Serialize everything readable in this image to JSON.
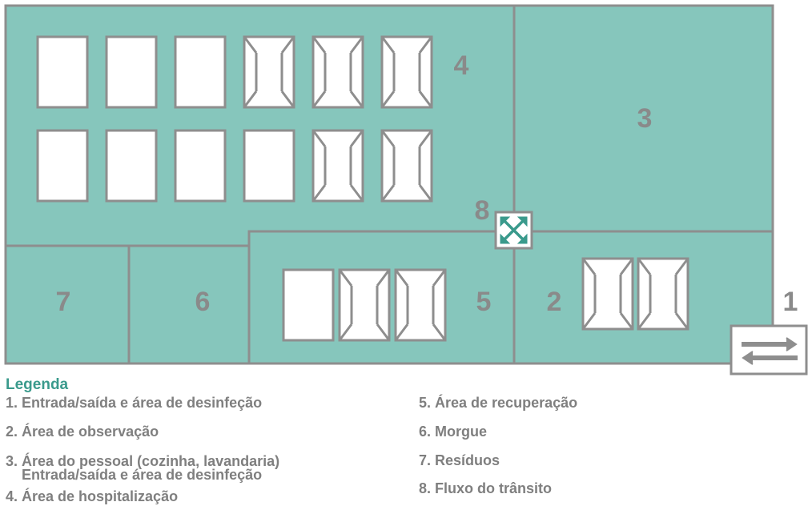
{
  "colors": {
    "area_fill": "#86c6bc",
    "wall": "#8e8e8e",
    "number": "#8a8a8a",
    "bed_fill": "#ffffff",
    "legend_title": "#3a9a8c",
    "legend_text": "#7f7f7f",
    "flow_icon": "#3a9a8c"
  },
  "areas": {
    "a1": "1",
    "a2": "2",
    "a3": "3",
    "a4": "4",
    "a5": "5",
    "a6": "6",
    "a7": "7",
    "a8": "8"
  },
  "icons": {
    "entrance": "bidirectional-arrows-icon",
    "flow": "expand-arrows-icon",
    "bed": "bed-icon",
    "isolation_bed": "isolation-bed-icon"
  },
  "legend": {
    "title": "Legenda",
    "item1": "1. Entrada/saída e área de desinfeção",
    "item2": "2. Área de observação",
    "item3": "3. Área do pessoal (cozinha, lavandaria)",
    "item3_sub": "Entrada/saída e área de desinfeção",
    "item4": "4. Área de hospitalização",
    "item5": "5. Área de recuperação",
    "item6": "6. Morgue",
    "item7": "7. Resíduos",
    "item8": "8. Fluxo do trânsito"
  }
}
